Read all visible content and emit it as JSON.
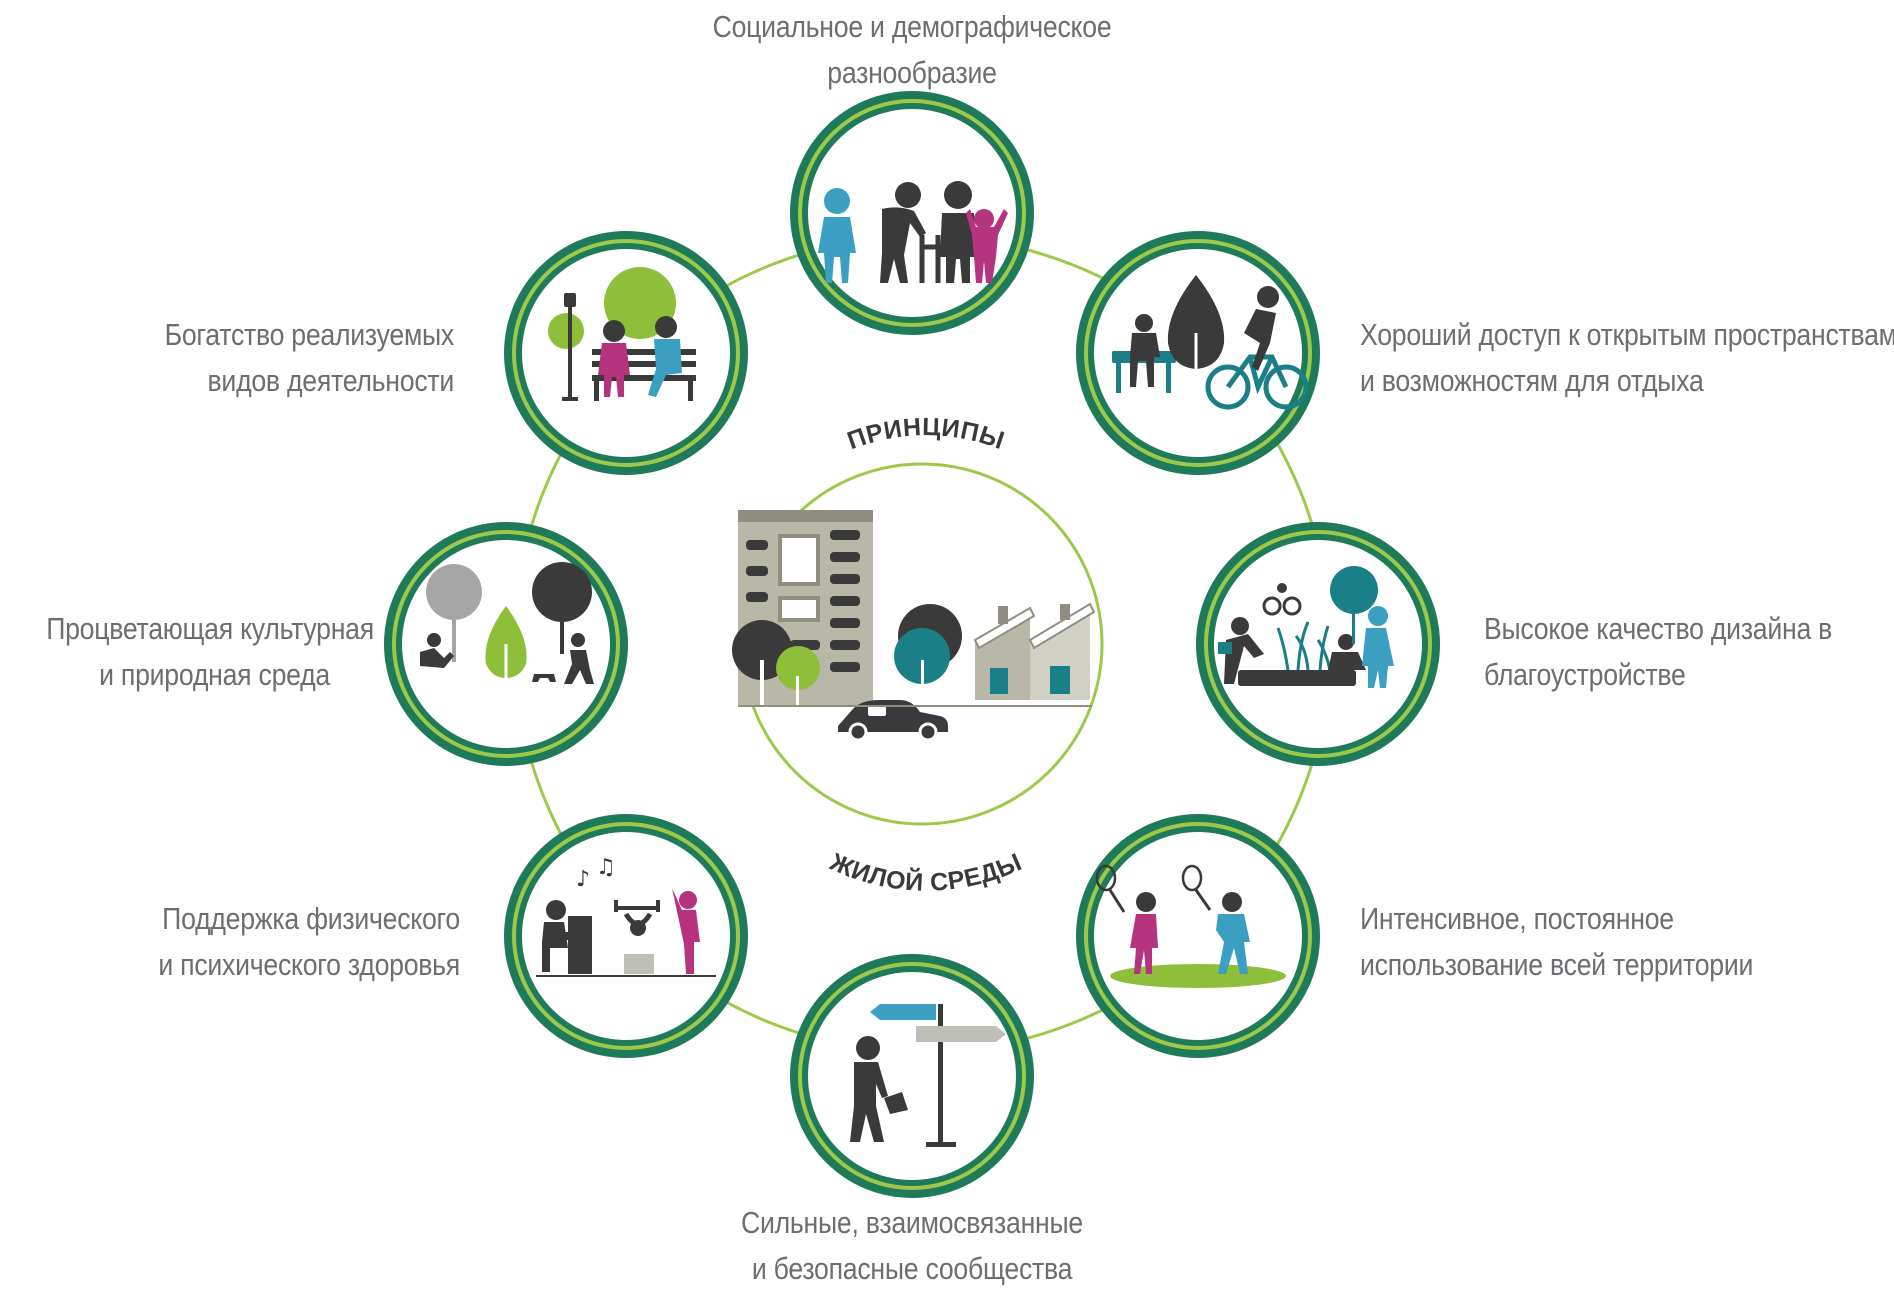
{
  "center": {
    "arc_top": "ПРИНЦИПЫ",
    "arc_bottom": "ЖИЛОЙ СРЕДЫ"
  },
  "principles": {
    "top": {
      "line1": "Социальное и демографическое",
      "line2": "разнообразие"
    },
    "top_right": {
      "line1": "Хороший доступ к открытым  пространствам",
      "line2": "и возможностям для отдыха"
    },
    "right": {
      "line1": "Высокое качество дизайна в",
      "line2": "благоустройстве"
    },
    "bottom_right": {
      "line1": "Интенсивное, постоянное",
      "line2": "использование всей территории"
    },
    "bottom": {
      "line1": "Сильные, взаимосвязанные",
      "line2": "и безопасные сообщества"
    },
    "bottom_left": {
      "line1": "Поддержка физического",
      "line2": "и психического здоровья"
    },
    "left": {
      "line1": "Процветающая культурная",
      "line2": "и природная среда"
    },
    "top_left": {
      "line1": "Богатство реализуемых",
      "line2": "видов деятельности"
    }
  },
  "colors": {
    "ring_dark": "#1f7a5a",
    "ring_light": "#9cc94a",
    "connector": "#9cc94a",
    "figure_dark": "#3a3a3a",
    "figure_blue": "#3a9fc1",
    "figure_magenta": "#b5337f",
    "tree_green": "#8fbf3a",
    "teal": "#1a7f86",
    "label_grey": "#6d6e71"
  }
}
